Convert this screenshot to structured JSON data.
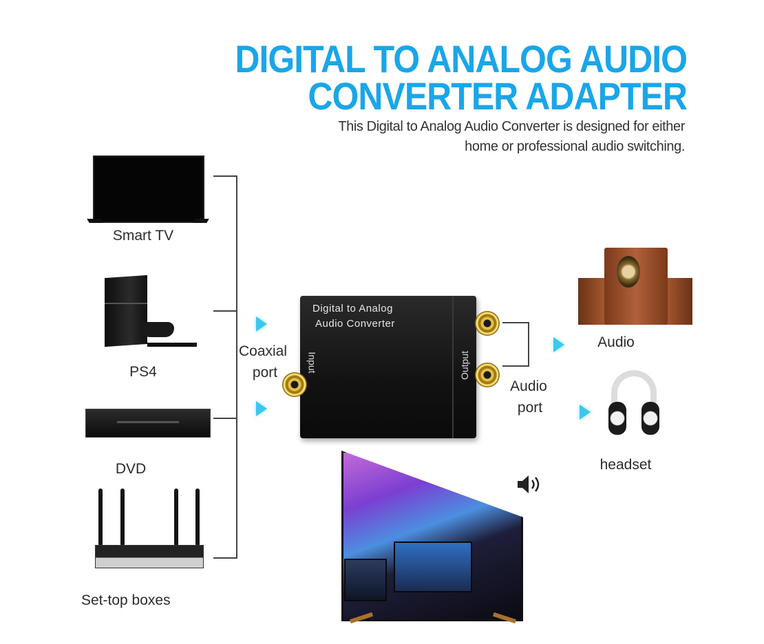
{
  "heading": {
    "line1": "DIGITAL TO ANALOG AUDIO",
    "line2": "CONVERTER ADAPTER",
    "description_line1": "This Digital to Analog Audio Converter is designed for either",
    "description_line2": "home or professional audio switching.",
    "accent_color": "#1aa6e8"
  },
  "sources": [
    {
      "label": "Smart TV",
      "icon": "tv-icon"
    },
    {
      "label": "PS4",
      "icon": "game-console-icon"
    },
    {
      "label": "DVD",
      "icon": "dvd-player-icon"
    },
    {
      "label": "Set-top boxes",
      "icon": "router-icon"
    }
  ],
  "coaxial_port_label_line1": "Coaxial",
  "coaxial_port_label_line2": "port",
  "converter": {
    "text_line1": "Digital to Analog",
    "text_line2": "Audio Converter",
    "input_label": "Input",
    "output_label": "Output"
  },
  "audio_port_label_line1": "Audio",
  "audio_port_label_line2": "port",
  "outputs": [
    {
      "label": "Audio",
      "icon": "speaker-icon"
    },
    {
      "label": "headset",
      "icon": "headset-icon"
    }
  ],
  "arrow_color": "#3cc7ee",
  "sound_icon": "volume-icon",
  "display_icon": "monitor-icon"
}
